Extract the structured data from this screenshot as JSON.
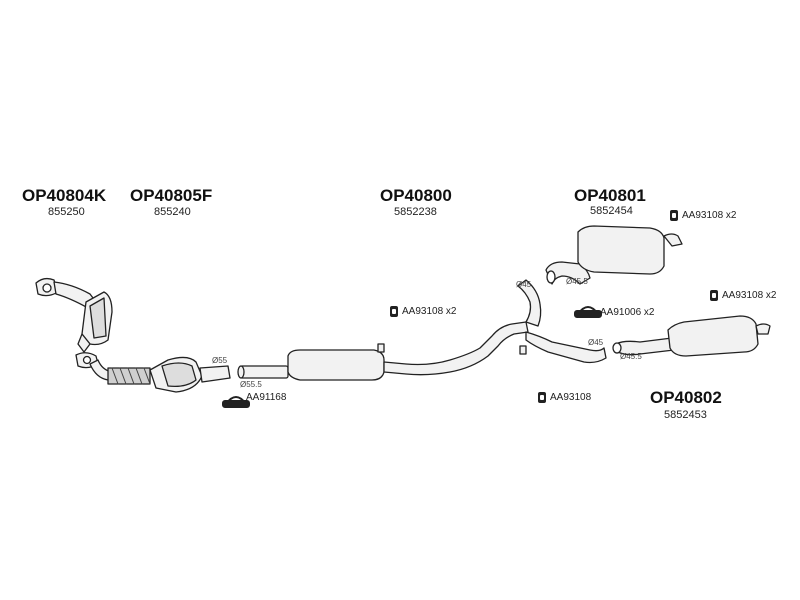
{
  "parts": {
    "p1": {
      "code": "OP40804K",
      "number": "855250"
    },
    "p2": {
      "code": "OP40805F",
      "number": "855240"
    },
    "p3": {
      "code": "OP40800",
      "number": "5852238"
    },
    "p4": {
      "code": "OP40801",
      "number": "5852454"
    },
    "p5": {
      "code": "OP40802",
      "number": "5852453"
    }
  },
  "accessories": {
    "a1": "AA91168",
    "a2": "AA93108 x2",
    "a3": "AA93108 x2",
    "a4": "AA91006 x2",
    "a5": "AA93108 x2",
    "a6": "AA93108"
  },
  "diameters": {
    "d1": "Ø55",
    "d2": "Ø55.5",
    "d3": "Ø45",
    "d4": "Ø45.5",
    "d5": "Ø45",
    "d6": "Ø45.5"
  },
  "icons": {
    "clamp": "clamp-icon",
    "gasket": "gasket-ring-icon"
  }
}
